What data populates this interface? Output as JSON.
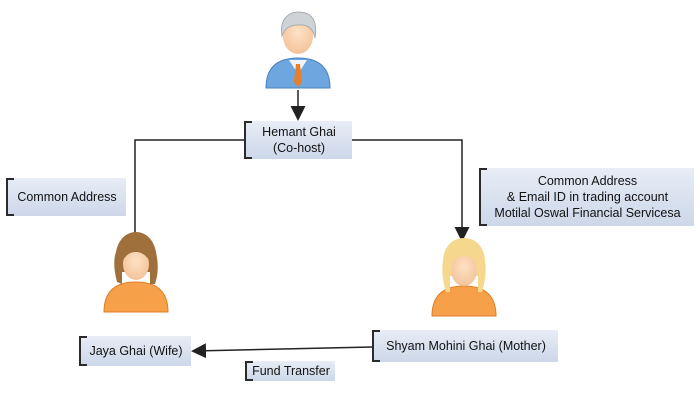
{
  "diagram": {
    "nodes": {
      "hemant": {
        "line1": "Hemant Ghai",
        "line2": "(Co-host)"
      },
      "jaya": {
        "label": "Jaya Ghai (Wife)"
      },
      "shyam": {
        "label": "Shyam Mohini Ghai (Mother)"
      }
    },
    "annotations": {
      "common_address": "Common Address",
      "trading_account": {
        "line1": "Common Address",
        "line2": "& Email ID in trading account",
        "line3": "Motilal Oswal Financial Servicesa"
      },
      "fund_transfer": "Fund Transfer"
    },
    "colors": {
      "male_shirt": "#6ea6e0",
      "female_body": "#f6a04a",
      "hair_gray": "#cfd2d6",
      "hair_brown": "#a0703c",
      "hair_blonde": "#f6d78e",
      "box_fill": "#d6deec",
      "connector": "#222222"
    },
    "icons": [
      "man-avatar-icon",
      "woman-avatar-icon",
      "woman-avatar-icon"
    ]
  }
}
